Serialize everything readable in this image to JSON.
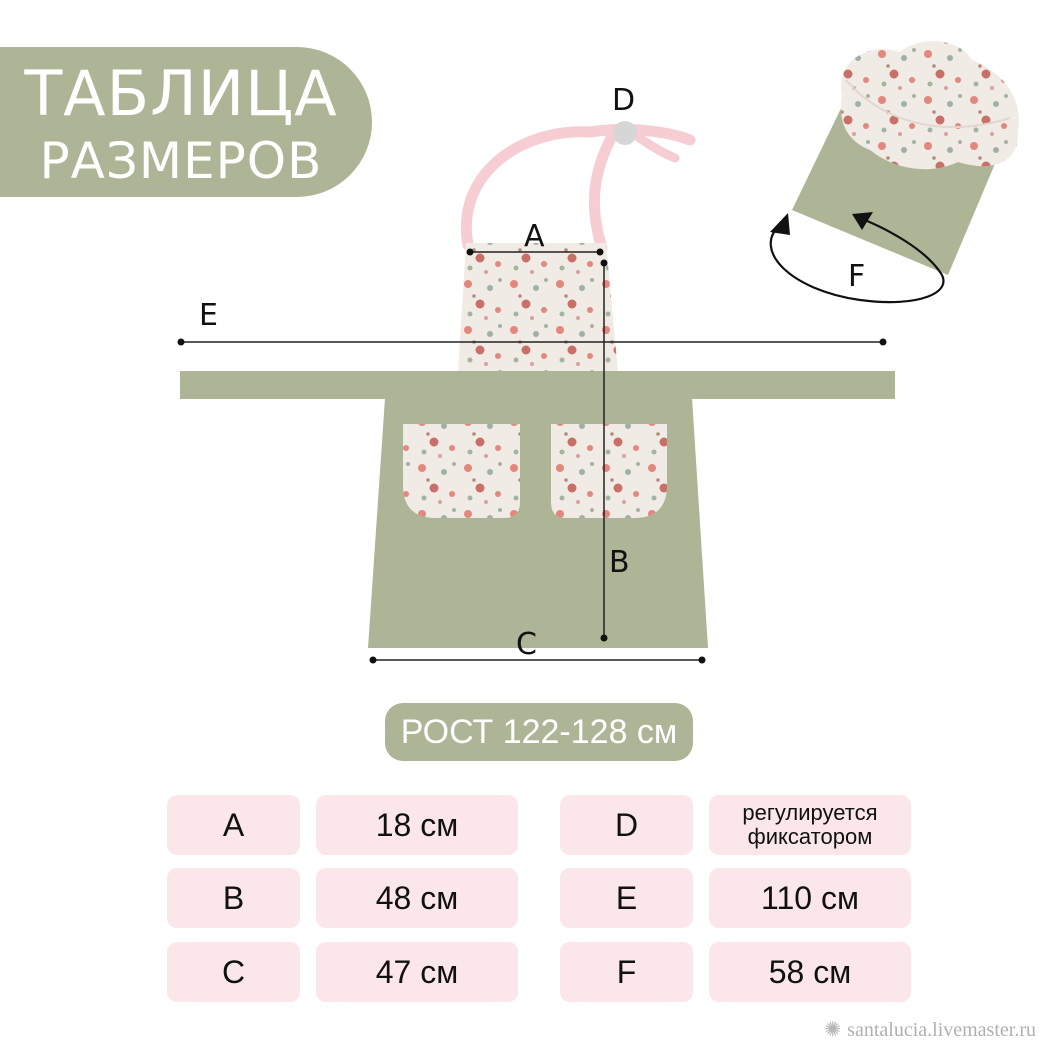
{
  "title": {
    "line1": "ТАБЛИЦА",
    "line2": "РАЗМЕРОВ"
  },
  "diagram_labels": {
    "A": "A",
    "B": "B",
    "C": "C",
    "D": "D",
    "E": "E",
    "F": "F"
  },
  "height_label": "РОСТ 122-128 см",
  "table": {
    "left": [
      {
        "key": "A",
        "value": "18 см"
      },
      {
        "key": "B",
        "value": "48 см"
      },
      {
        "key": "C",
        "value": "47 см"
      }
    ],
    "right": [
      {
        "key": "D",
        "value": "регулируется\nфиксатором"
      },
      {
        "key": "E",
        "value": "110 см"
      },
      {
        "key": "F",
        "value": "58 см"
      }
    ]
  },
  "watermark": "santalucia.livemaster.ru",
  "colors": {
    "sage": "#aeb596",
    "pink_cell": "#fbe7ea",
    "strap": "#f6cdd3",
    "floral_bg": "#f1ebe6"
  }
}
